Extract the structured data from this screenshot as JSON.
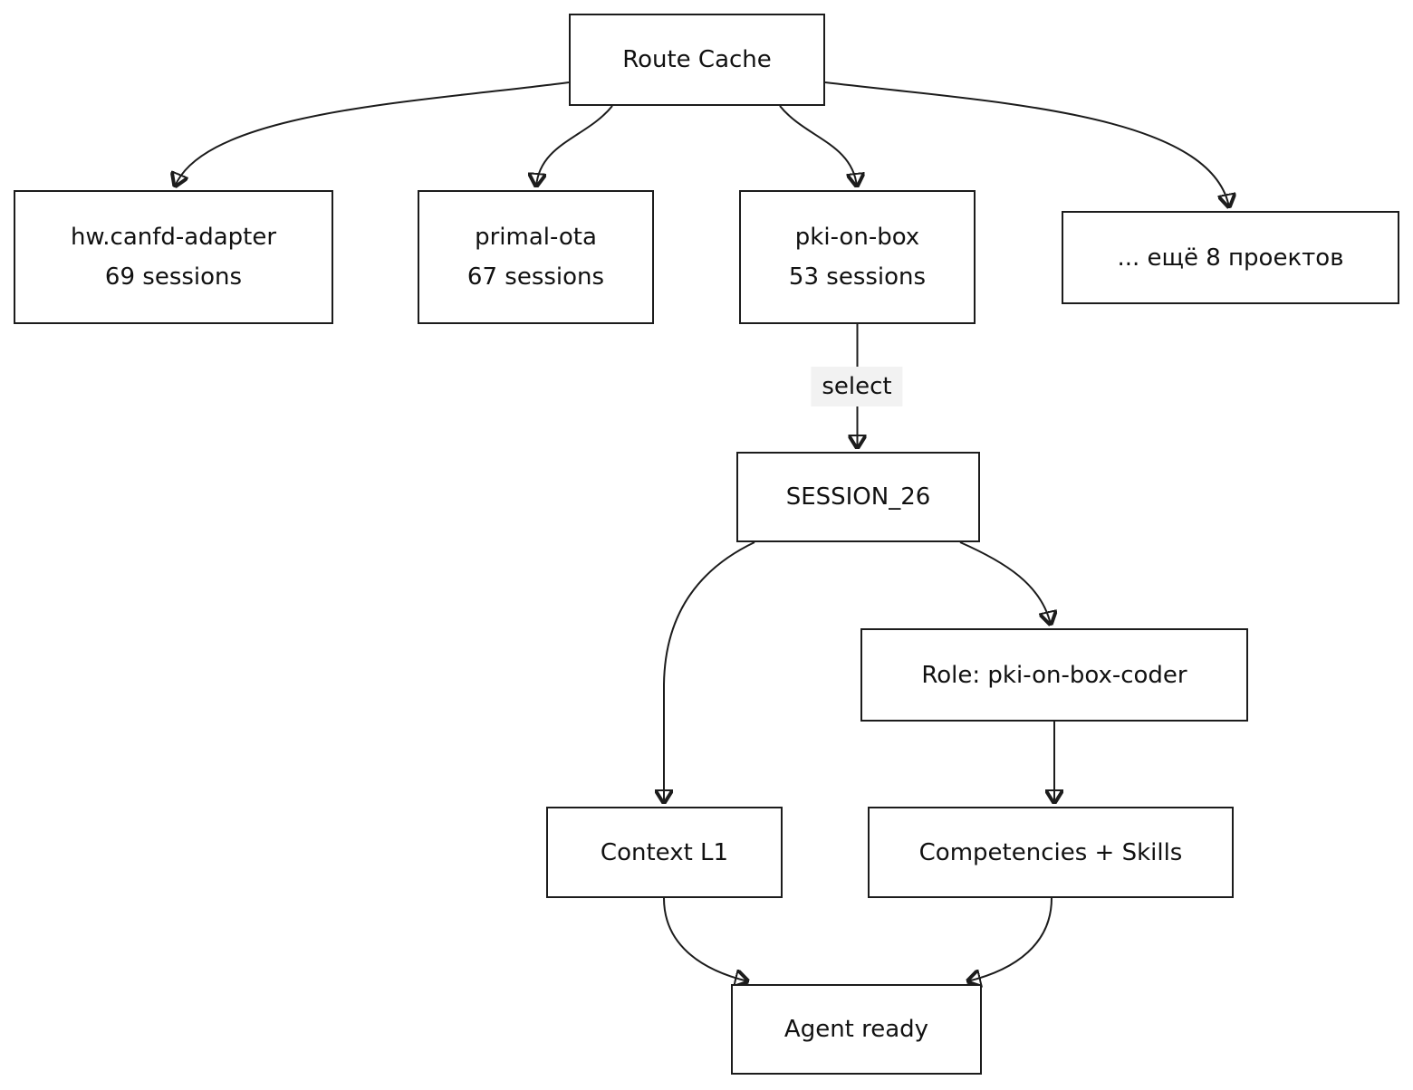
{
  "colors": {
    "background": "#ffffff",
    "node_fill": "#ffffff",
    "node_border": "#1c1c1c",
    "edge": "#1c1c1c",
    "text": "#111111",
    "edge_label_bg": "#f2f2f2"
  },
  "nodes": {
    "route_cache": {
      "label": "Route Cache"
    },
    "hw_canfd_adapter": {
      "name": "hw.canfd-adapter",
      "sessions": "69 sessions"
    },
    "primal_ota": {
      "name": "primal-ota",
      "sessions": "67 sessions"
    },
    "pki_on_box": {
      "name": "pki-on-box",
      "sessions": "53 sessions"
    },
    "more_projects": {
      "label": "... ещё 8 проектов"
    },
    "session_26": {
      "label": "SESSION_26"
    },
    "role": {
      "label": "Role: pki-on-box-coder"
    },
    "context_l1": {
      "label": "Context L1"
    },
    "competencies": {
      "label": "Competencies + Skills"
    },
    "agent_ready": {
      "label": "Agent ready"
    }
  },
  "edges": {
    "select_label": "select"
  }
}
